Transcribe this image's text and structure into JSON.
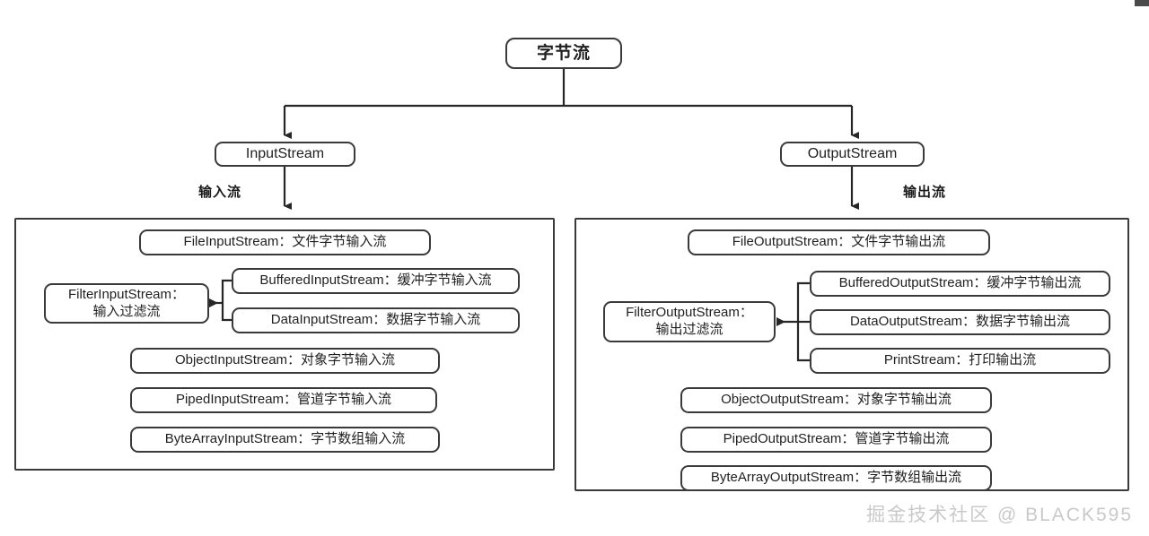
{
  "diagram": {
    "root": {
      "label": "字节流"
    },
    "branches": [
      {
        "key": "input",
        "title": "InputStream",
        "side_label": "输入流",
        "filter": {
          "label": "FilterInputStream：\n输入过滤流"
        },
        "direct_children": [
          {
            "label": "FileInputStream：文件字节输入流"
          },
          {
            "label": "ObjectInputStream：对象字节输入流"
          },
          {
            "label": "PipedInputStream：管道字节输入流"
          },
          {
            "label": "ByteArrayInputStream：字节数组输入流"
          }
        ],
        "filter_children": [
          {
            "label": "BufferedInputStream：缓冲字节输入流"
          },
          {
            "label": "DataInputStream：数据字节输入流"
          }
        ]
      },
      {
        "key": "output",
        "title": "OutputStream",
        "side_label": "输出流",
        "filter": {
          "label": "FilterOutputStream：\n输出过滤流"
        },
        "direct_children": [
          {
            "label": "FileOutputStream：文件字节输出流"
          },
          {
            "label": "ObjectOutputStream：对象字节输出流"
          },
          {
            "label": "PipedOutputStream：管道字节输出流"
          },
          {
            "label": "ByteArrayOutputStream：字节数组输出流"
          }
        ],
        "filter_children": [
          {
            "label": "BufferedOutputStream：缓冲字节输出流"
          },
          {
            "label": "DataOutputStream：数据字节输出流"
          },
          {
            "label": "PrintStream：打印输出流"
          }
        ]
      }
    ],
    "watermark": "掘金技术社区 @ BLACK595",
    "colors": {
      "stroke": "#3a3a3a",
      "text": "#1f1f1f",
      "background": "#ffffff",
      "watermark": "#c9c9c9"
    }
  }
}
